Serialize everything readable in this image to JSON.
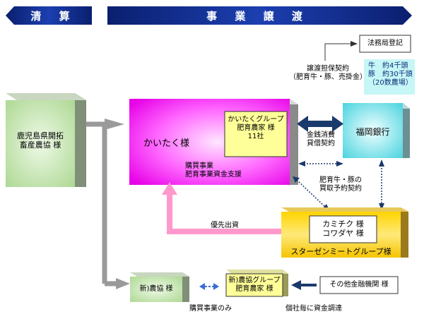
{
  "banners": {
    "left": "清 算",
    "right": "事 業 譲 渡"
  },
  "nodes": {
    "kagoshima": [
      "鹿児島県開拓",
      "畜産農協 様"
    ],
    "kaitaku": "かいたく様",
    "kaitaku_group": [
      "かいたくグループ",
      "肥育農家 様",
      "11社"
    ],
    "kaitaku_business": [
      "購買事業",
      "肥育事業資金支援"
    ],
    "fukuoka": "福岡銀行",
    "stargen_inner": [
      "カミチク 様",
      "コワダヤ 様"
    ],
    "stargen_group": "スターゼンミートグループ様",
    "new_noukyou": "新)農協 様",
    "new_group": [
      "新)農協グループ",
      "肥育農家 様"
    ],
    "other_banks": "その他金融機関 様",
    "legal": "法務局登記",
    "livestock": [
      "牛　約4千頭",
      "豚　約30千頭",
      "（20数農場）"
    ]
  },
  "labels": {
    "transfer_security": [
      "譲渡担保契約",
      "（肥育牛・豚、売掛金）"
    ],
    "loan": [
      "金銭消費",
      "貸借契約"
    ],
    "purchase_reservation": [
      "肥育牛・豚の",
      "買取予約契約"
    ],
    "priority": "優先出資",
    "purchase_only": "購買事業のみ",
    "individual_funding": "個社毎に資金調達"
  }
}
